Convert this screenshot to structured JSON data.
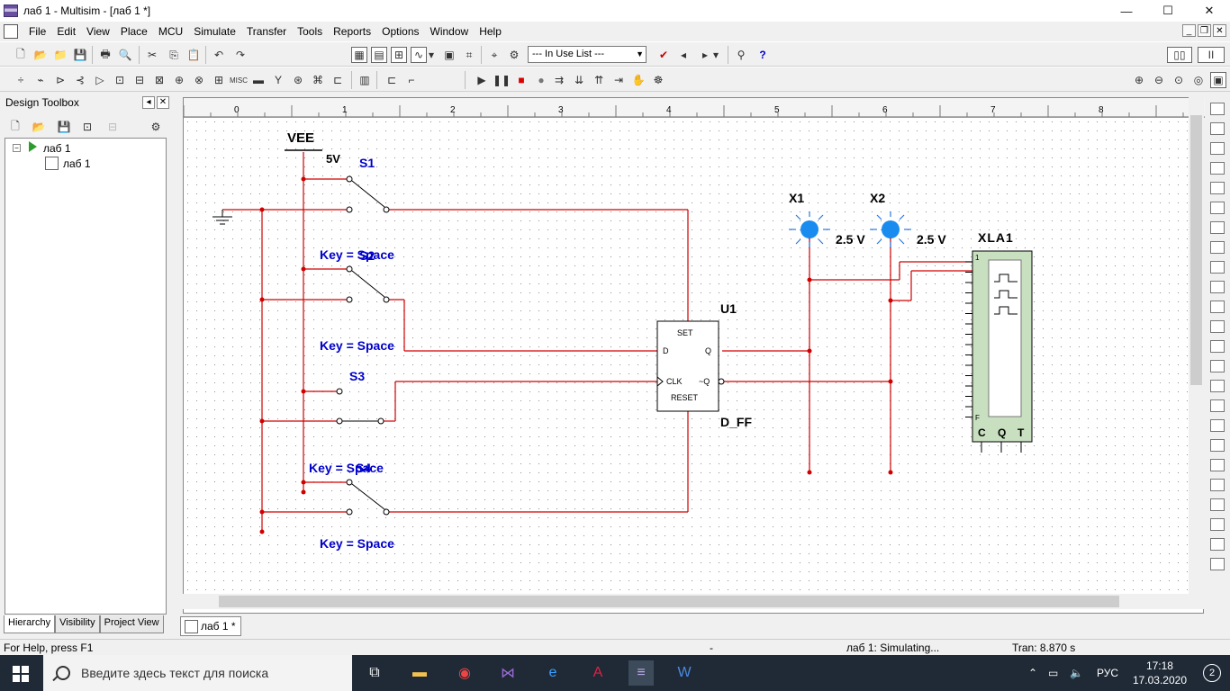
{
  "window": {
    "title": "лаб 1 - Multisim - [лаб 1 *]",
    "minimize": "—",
    "maximize": "☐",
    "close": "✕"
  },
  "menu": {
    "items": [
      "File",
      "Edit",
      "View",
      "Place",
      "MCU",
      "Simulate",
      "Transfer",
      "Tools",
      "Reports",
      "Options",
      "Window",
      "Help"
    ]
  },
  "toolbar": {
    "in_use_list": "--- In Use List ---"
  },
  "design_toolbox": {
    "title": "Design Toolbox",
    "tree_root": "лаб 1",
    "tree_child": "лаб 1",
    "tabs": [
      "Hierarchy",
      "Visibility",
      "Project View"
    ]
  },
  "ruler": [
    "0",
    "1",
    "2",
    "3",
    "4",
    "5",
    "6",
    "7",
    "8"
  ],
  "schematic": {
    "vee_label": "VEE",
    "vee_value": "5V",
    "s1": "S1",
    "s2": "S2",
    "s3": "S3",
    "s4": "S4",
    "key_space": "Key = Space",
    "u1": "U1",
    "dff": "D_FF",
    "set": "SET",
    "reset": "RESET",
    "d": "D",
    "q": "Q",
    "clk": "CLK",
    "nq": "~Q",
    "x1": "X1",
    "x2": "X2",
    "x_volt": "2.5 V",
    "xla1": "XLA1",
    "la_c": "C",
    "la_q": "Q",
    "la_t": "T",
    "la_1": "1",
    "la_f": "F"
  },
  "doc_tab": "лаб 1 *",
  "status": {
    "help": "For Help, press F1",
    "dash": "-",
    "sim": "лаб 1: Simulating...",
    "tran": "Tran: 8.870 s"
  },
  "taskbar": {
    "search_placeholder": "Введите здесь текст для поиска",
    "lang": "РУС",
    "time": "17:18",
    "date": "17.03.2020",
    "notifications": "2"
  }
}
